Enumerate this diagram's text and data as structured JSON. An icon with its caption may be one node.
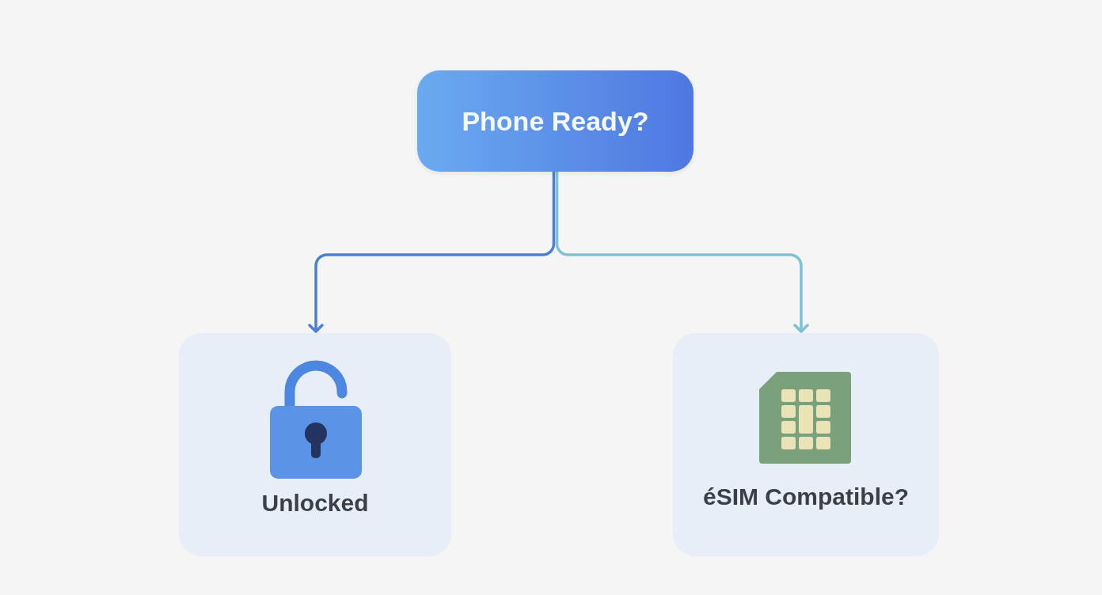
{
  "diagram": {
    "nodes": [
      {
        "text": [
          "Phone Ready?"
        ]
      },
      {
        "text": [
          "Unlocked"
        ]
      },
      {
        "text": [
          "éSIM Compatible?"
        ]
      }
    ],
    "edges": [
      {
        "from": 0,
        "to": 1,
        "arrow": "to",
        "color": "#4a80d8"
      },
      {
        "from": 0,
        "to": 2,
        "arrow": "to",
        "color": "#7cc2d4"
      }
    ]
  }
}
